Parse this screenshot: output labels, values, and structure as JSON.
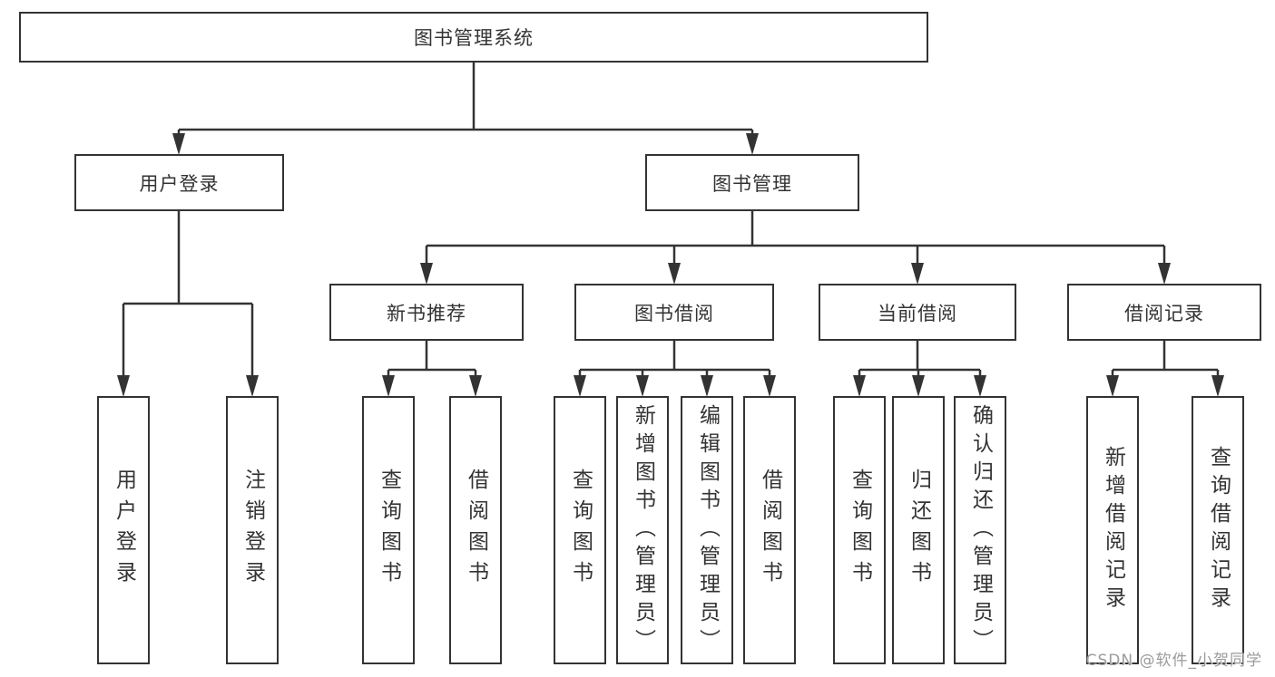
{
  "diagram": {
    "title": {
      "label": "图书管理系统"
    },
    "branches": {
      "login": {
        "label": "用户登录",
        "children": [
          {
            "label": "用户登录"
          },
          {
            "label": "注销登录"
          }
        ]
      },
      "management": {
        "label": "图书管理",
        "sections": [
          {
            "label": "新书推荐",
            "children": [
              {
                "label": "查询图书"
              },
              {
                "label": "借阅图书"
              }
            ]
          },
          {
            "label": "图书借阅",
            "children": [
              {
                "label": "查询图书"
              },
              {
                "label": "新增图书（管理员）"
              },
              {
                "label": "编辑图书（管理员）"
              },
              {
                "label": "借阅图书"
              }
            ]
          },
          {
            "label": "当前借阅",
            "children": [
              {
                "label": "查询图书"
              },
              {
                "label": "归还图书"
              },
              {
                "label": "确认归还（管理员）"
              }
            ]
          },
          {
            "label": "借阅记录",
            "children": [
              {
                "label": "新增借阅记录"
              },
              {
                "label": "查询借阅记录"
              }
            ]
          }
        ]
      }
    },
    "watermark": {
      "text": "CSDN @软件_小贺同学"
    },
    "colors": {
      "line": "#333333",
      "text": "#333333",
      "watermark": "#9b9b9b",
      "background": "#ffffff"
    }
  }
}
